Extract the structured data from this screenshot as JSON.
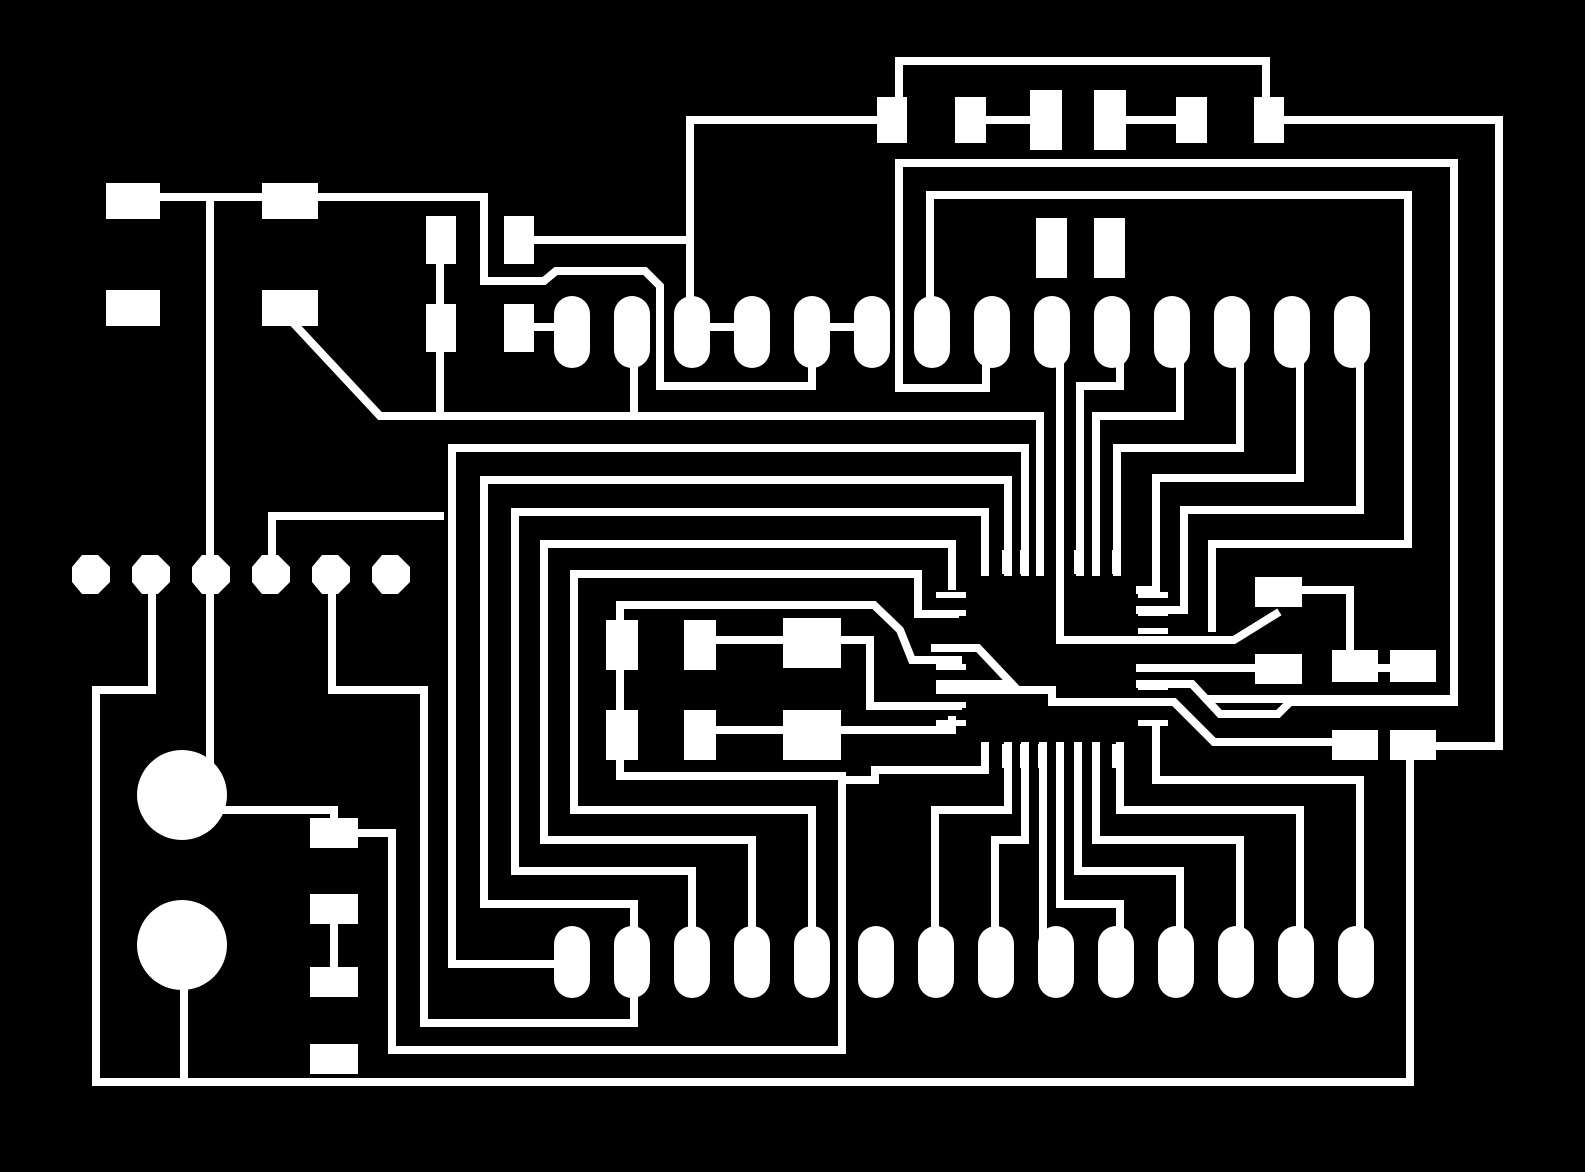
{
  "colors": {
    "background": "#000000",
    "copper": "#ffffff"
  },
  "board": {
    "kind": "pcb-trace-layout",
    "layers": [
      "traces",
      "smd-pads",
      "header-pins",
      "through-holes",
      "ic-footprint"
    ]
  }
}
